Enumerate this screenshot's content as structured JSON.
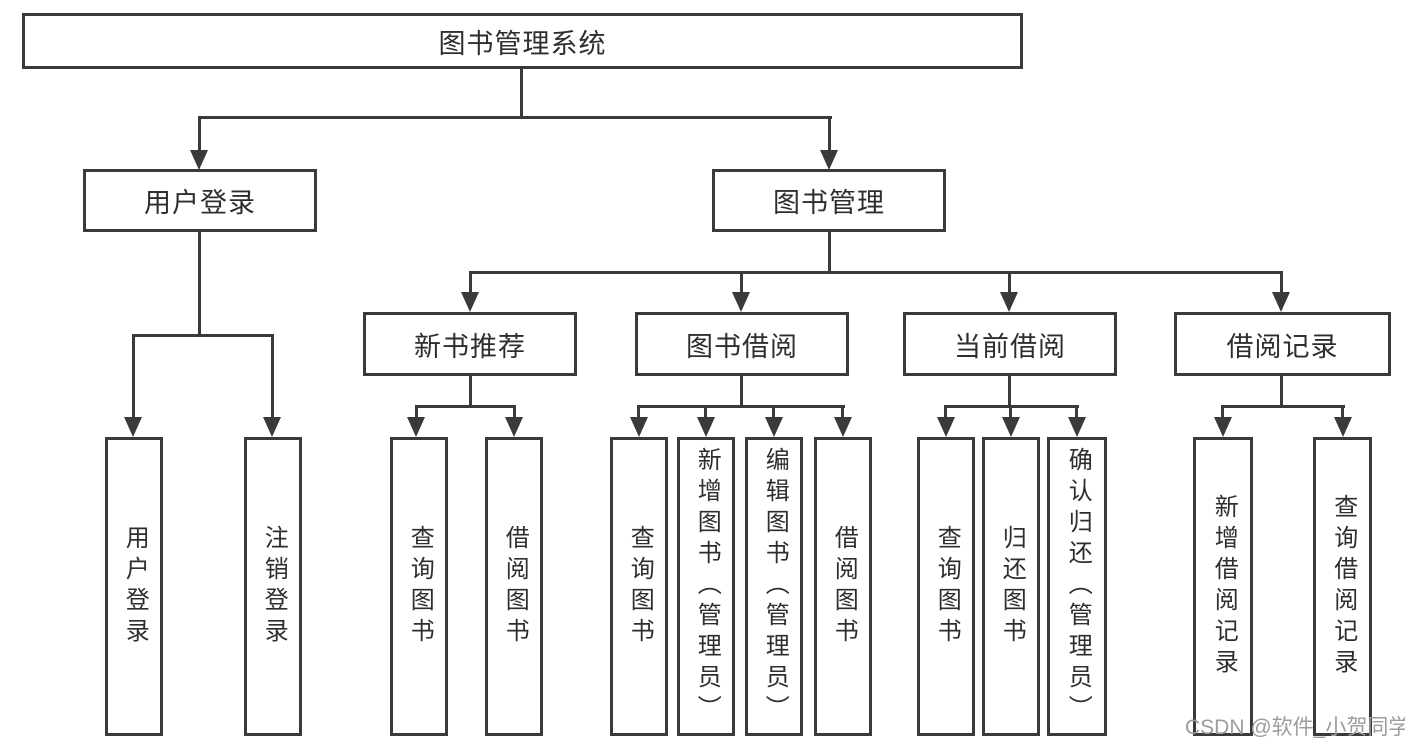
{
  "diagram": {
    "root": {
      "label": "图书管理系统"
    },
    "user_branch": {
      "label": "用户登录",
      "children": [
        {
          "label": "用户登录"
        },
        {
          "label": "注销登录"
        }
      ]
    },
    "book_branch": {
      "label": "图书管理",
      "sections": [
        {
          "label": "新书推荐",
          "children": [
            {
              "label": "查询图书"
            },
            {
              "label": "借阅图书"
            }
          ]
        },
        {
          "label": "图书借阅",
          "children": [
            {
              "label": "查询图书"
            },
            {
              "label": "新增图书（管理员）"
            },
            {
              "label": "编辑图书（管理员）"
            },
            {
              "label": "借阅图书"
            }
          ]
        },
        {
          "label": "当前借阅",
          "children": [
            {
              "label": "查询图书"
            },
            {
              "label": "归还图书"
            },
            {
              "label": "确认归还（管理员）"
            }
          ]
        },
        {
          "label": "借阅记录",
          "children": [
            {
              "label": "新增借阅记录"
            },
            {
              "label": "查询借阅记录"
            }
          ]
        }
      ]
    },
    "watermark": "CSDN @软件_小贺同学"
  },
  "colors": {
    "line": "#3a3a3a",
    "text": "#2e2e2e",
    "watermark": "#9c9c9c",
    "background": "#ffffff"
  }
}
